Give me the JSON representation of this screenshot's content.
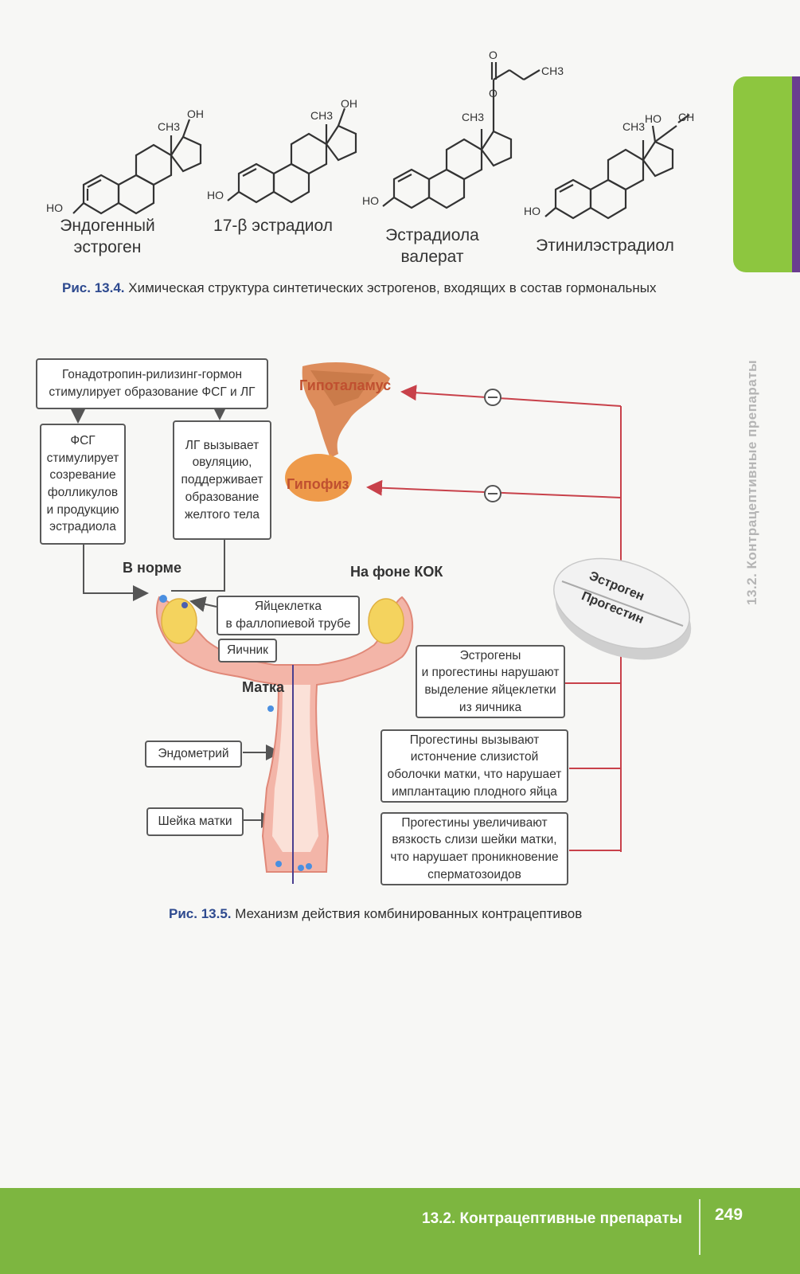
{
  "molecules": [
    {
      "name": "Эндогенный\nэстроген",
      "label_ch3": "CH3",
      "label_oh": "OH",
      "label_ho": "HO"
    },
    {
      "name": "17-β эстрадиол",
      "label_ch3": "CH3",
      "label_oh": "OH",
      "label_ho": "HO"
    },
    {
      "name": "Эстрадиола\nвалерат",
      "label_ch3": "CH3",
      "label_o": "O",
      "label_o2": "O",
      "label_ch3_tail": "CH3",
      "label_ho": "HO"
    },
    {
      "name": "Этинилэстрадиол",
      "label_ch3": "CH3",
      "label_ho_top": "HO",
      "label_ch": "CH",
      "label_ho": "HO"
    }
  ],
  "figure_13_4": {
    "number": "Рис. 13.4.",
    "text": "Химическая структура синтетических эстрогенов, входящих в состав гормональных"
  },
  "diagram": {
    "gnrh_box": "Гонадотропин-рилизинг-гормон\nстимулирует образование ФСГ и ЛГ",
    "fsh_box": "ФСГ\nстимулирует\nсозревание\nфолликулов\nи продукцию\nэстрадиола",
    "lh_box": "ЛГ вызывает\nовуляцию,\nподдерживает\nобразование\nжелтого тела",
    "hypothalamus": "Гипоталамус",
    "pituitary": "Гипофиз",
    "minus": "−",
    "normal": "В норме",
    "on_coc": "На фоне КОК",
    "pill_estrogen": "Эстроген",
    "pill_progestin": "Прогестин",
    "egg_box": "Яйцеклетка\nв фаллопиевой трубе",
    "ovary_box": "Яичник",
    "uterus": "Матка",
    "endometrium_box": "Эндометрий",
    "cervix_box": "Шейка матки",
    "effect1": "Эстрогены\nи прогестины нарушают\nвыделение яйцеклетки\nиз яичника",
    "effect2": "Прогестины вызывают\nистончение слизистой\nоболочки матки, что нарушает\nимплантацию плодного яйца",
    "effect3": "Прогестины увеличивают\nвязкость слизи шейки матки,\nчто нарушает проникновение\nсперматозоидов"
  },
  "figure_13_5": {
    "number": "Рис. 13.5.",
    "text": "Механизм действия комбинированных контрацептивов"
  },
  "side_tab_text": "13.2. Контрацептивные препараты",
  "footer": {
    "section": "13.2. Контрацептивные препараты",
    "page": "249"
  },
  "colors": {
    "accent_green": "#7db640",
    "accent_purple": "#6a3d8f",
    "caption_blue": "#2e4a8f",
    "arrow_red": "#c8414a",
    "organ_orange": "#e58a3c"
  }
}
